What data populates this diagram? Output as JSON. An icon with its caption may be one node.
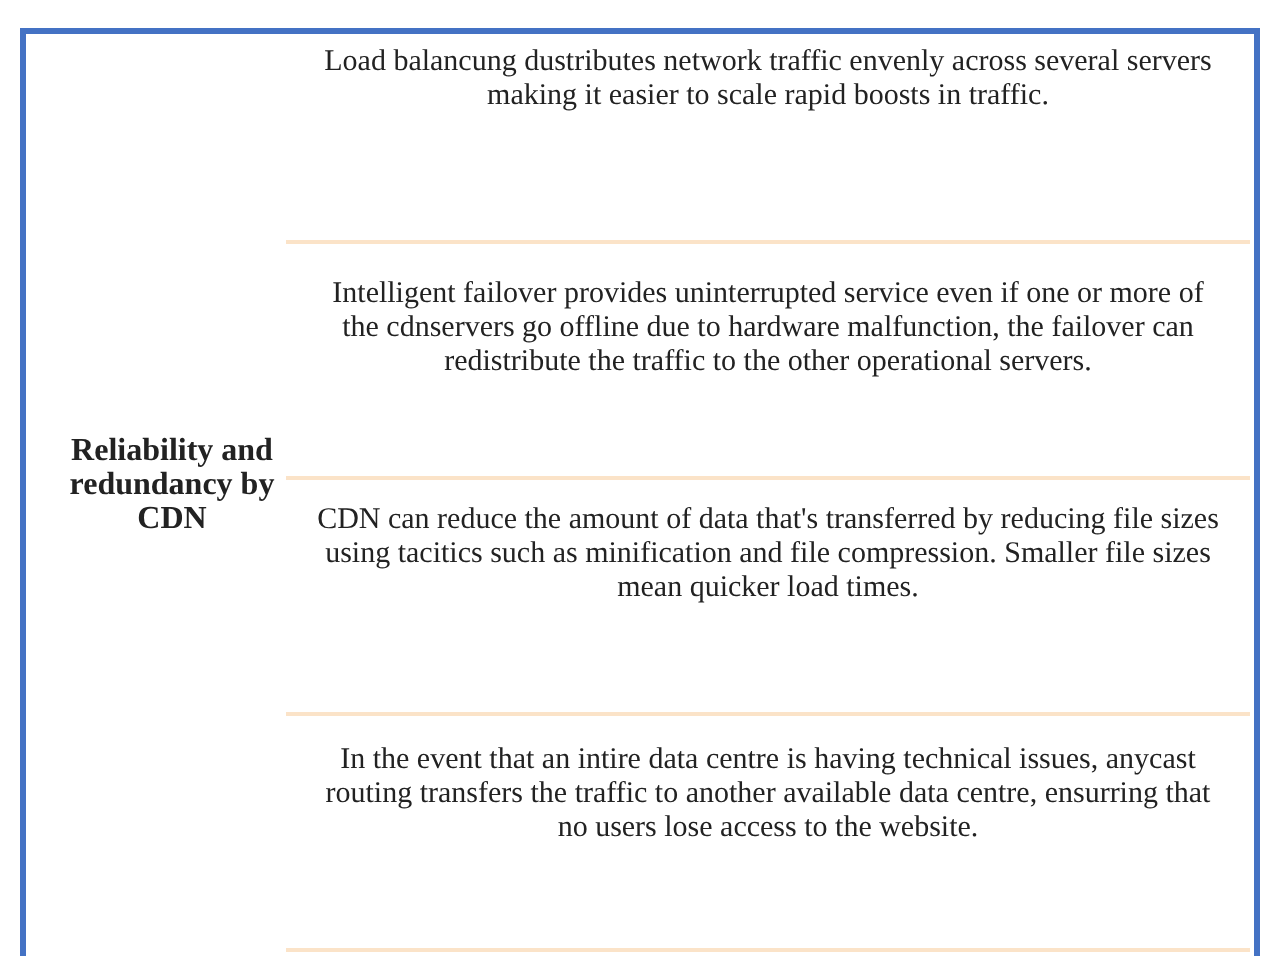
{
  "diagram": {
    "nodes": [
      {
        "text": [
          "Reliability and redundancy by CDN"
        ]
      },
      {
        "text": [
          "Load balancung dustributes network traffic envenly across several servers making it easier to scale rapid boosts in traffic."
        ],
        "in": 0
      },
      {
        "text": [
          "Intelligent failover provides uninterrupted service even if one or more of the cdnservers go offline due to hardware malfunction, the failover can redistribute the traffic to the other operational servers."
        ],
        "in": 0
      },
      {
        "text": [
          "CDN can reduce the amount of data that's transferred by reducing file sizes using tacitics such as minification and file compression. Smaller file sizes mean quicker load times."
        ],
        "in": 0
      },
      {
        "text": [
          "In the event that an intire data centre is having technical issues, anycast routing transfers the traffic to another available data centre, ensurring that no users lose access to the website."
        ],
        "in": 0
      }
    ]
  }
}
